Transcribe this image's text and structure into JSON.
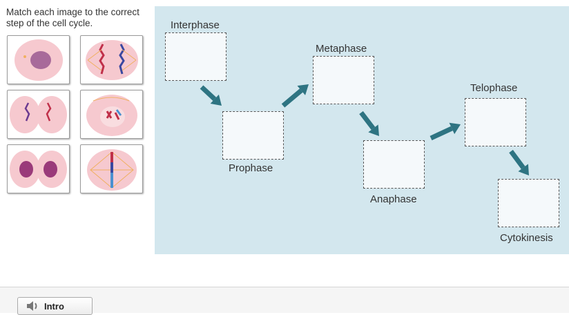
{
  "instructions": "Match each image to the correct step of the cell cycle.",
  "image_cards": [
    {
      "name": "cell-image-1"
    },
    {
      "name": "cell-image-2"
    },
    {
      "name": "cell-image-3"
    },
    {
      "name": "cell-image-4"
    },
    {
      "name": "cell-image-5"
    },
    {
      "name": "cell-image-6"
    }
  ],
  "drop_zones": [
    {
      "label": "Interphase"
    },
    {
      "label": "Prophase"
    },
    {
      "label": "Metaphase"
    },
    {
      "label": "Anaphase"
    },
    {
      "label": "Telophase"
    },
    {
      "label": "Cytokinesis"
    }
  ],
  "footer": {
    "intro_label": "Intro",
    "intro_icon": "speaker-icon"
  },
  "colors": {
    "panel": "#d3e7ee",
    "arrow": "#2e7482"
  }
}
